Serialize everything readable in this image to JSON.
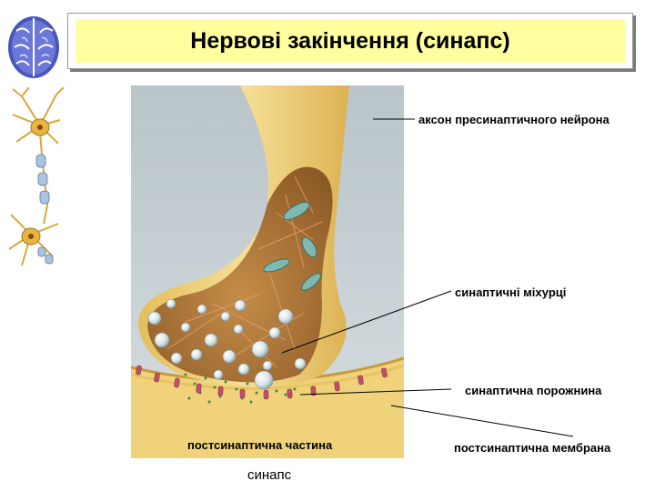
{
  "title": "Нервові закінчення (синапс)",
  "labels": {
    "axon": "аксон пресинаптичного нейрона",
    "vesicles": "синаптичні міхурці",
    "cleft": "синаптична порожнина",
    "postsynaptic_part": "постсинаптична частина",
    "postsynaptic_membrane": "постсинаптична мембрана"
  },
  "caption": "синапс",
  "colors": {
    "title_fill": "#ffffa0",
    "axon_fill": "#f0d27a",
    "terminal_interior": "#b07a3a",
    "background_panel": "#c5d0d4",
    "postsynaptic_fill": "#f0d27a",
    "receptor": "#c0506a"
  }
}
